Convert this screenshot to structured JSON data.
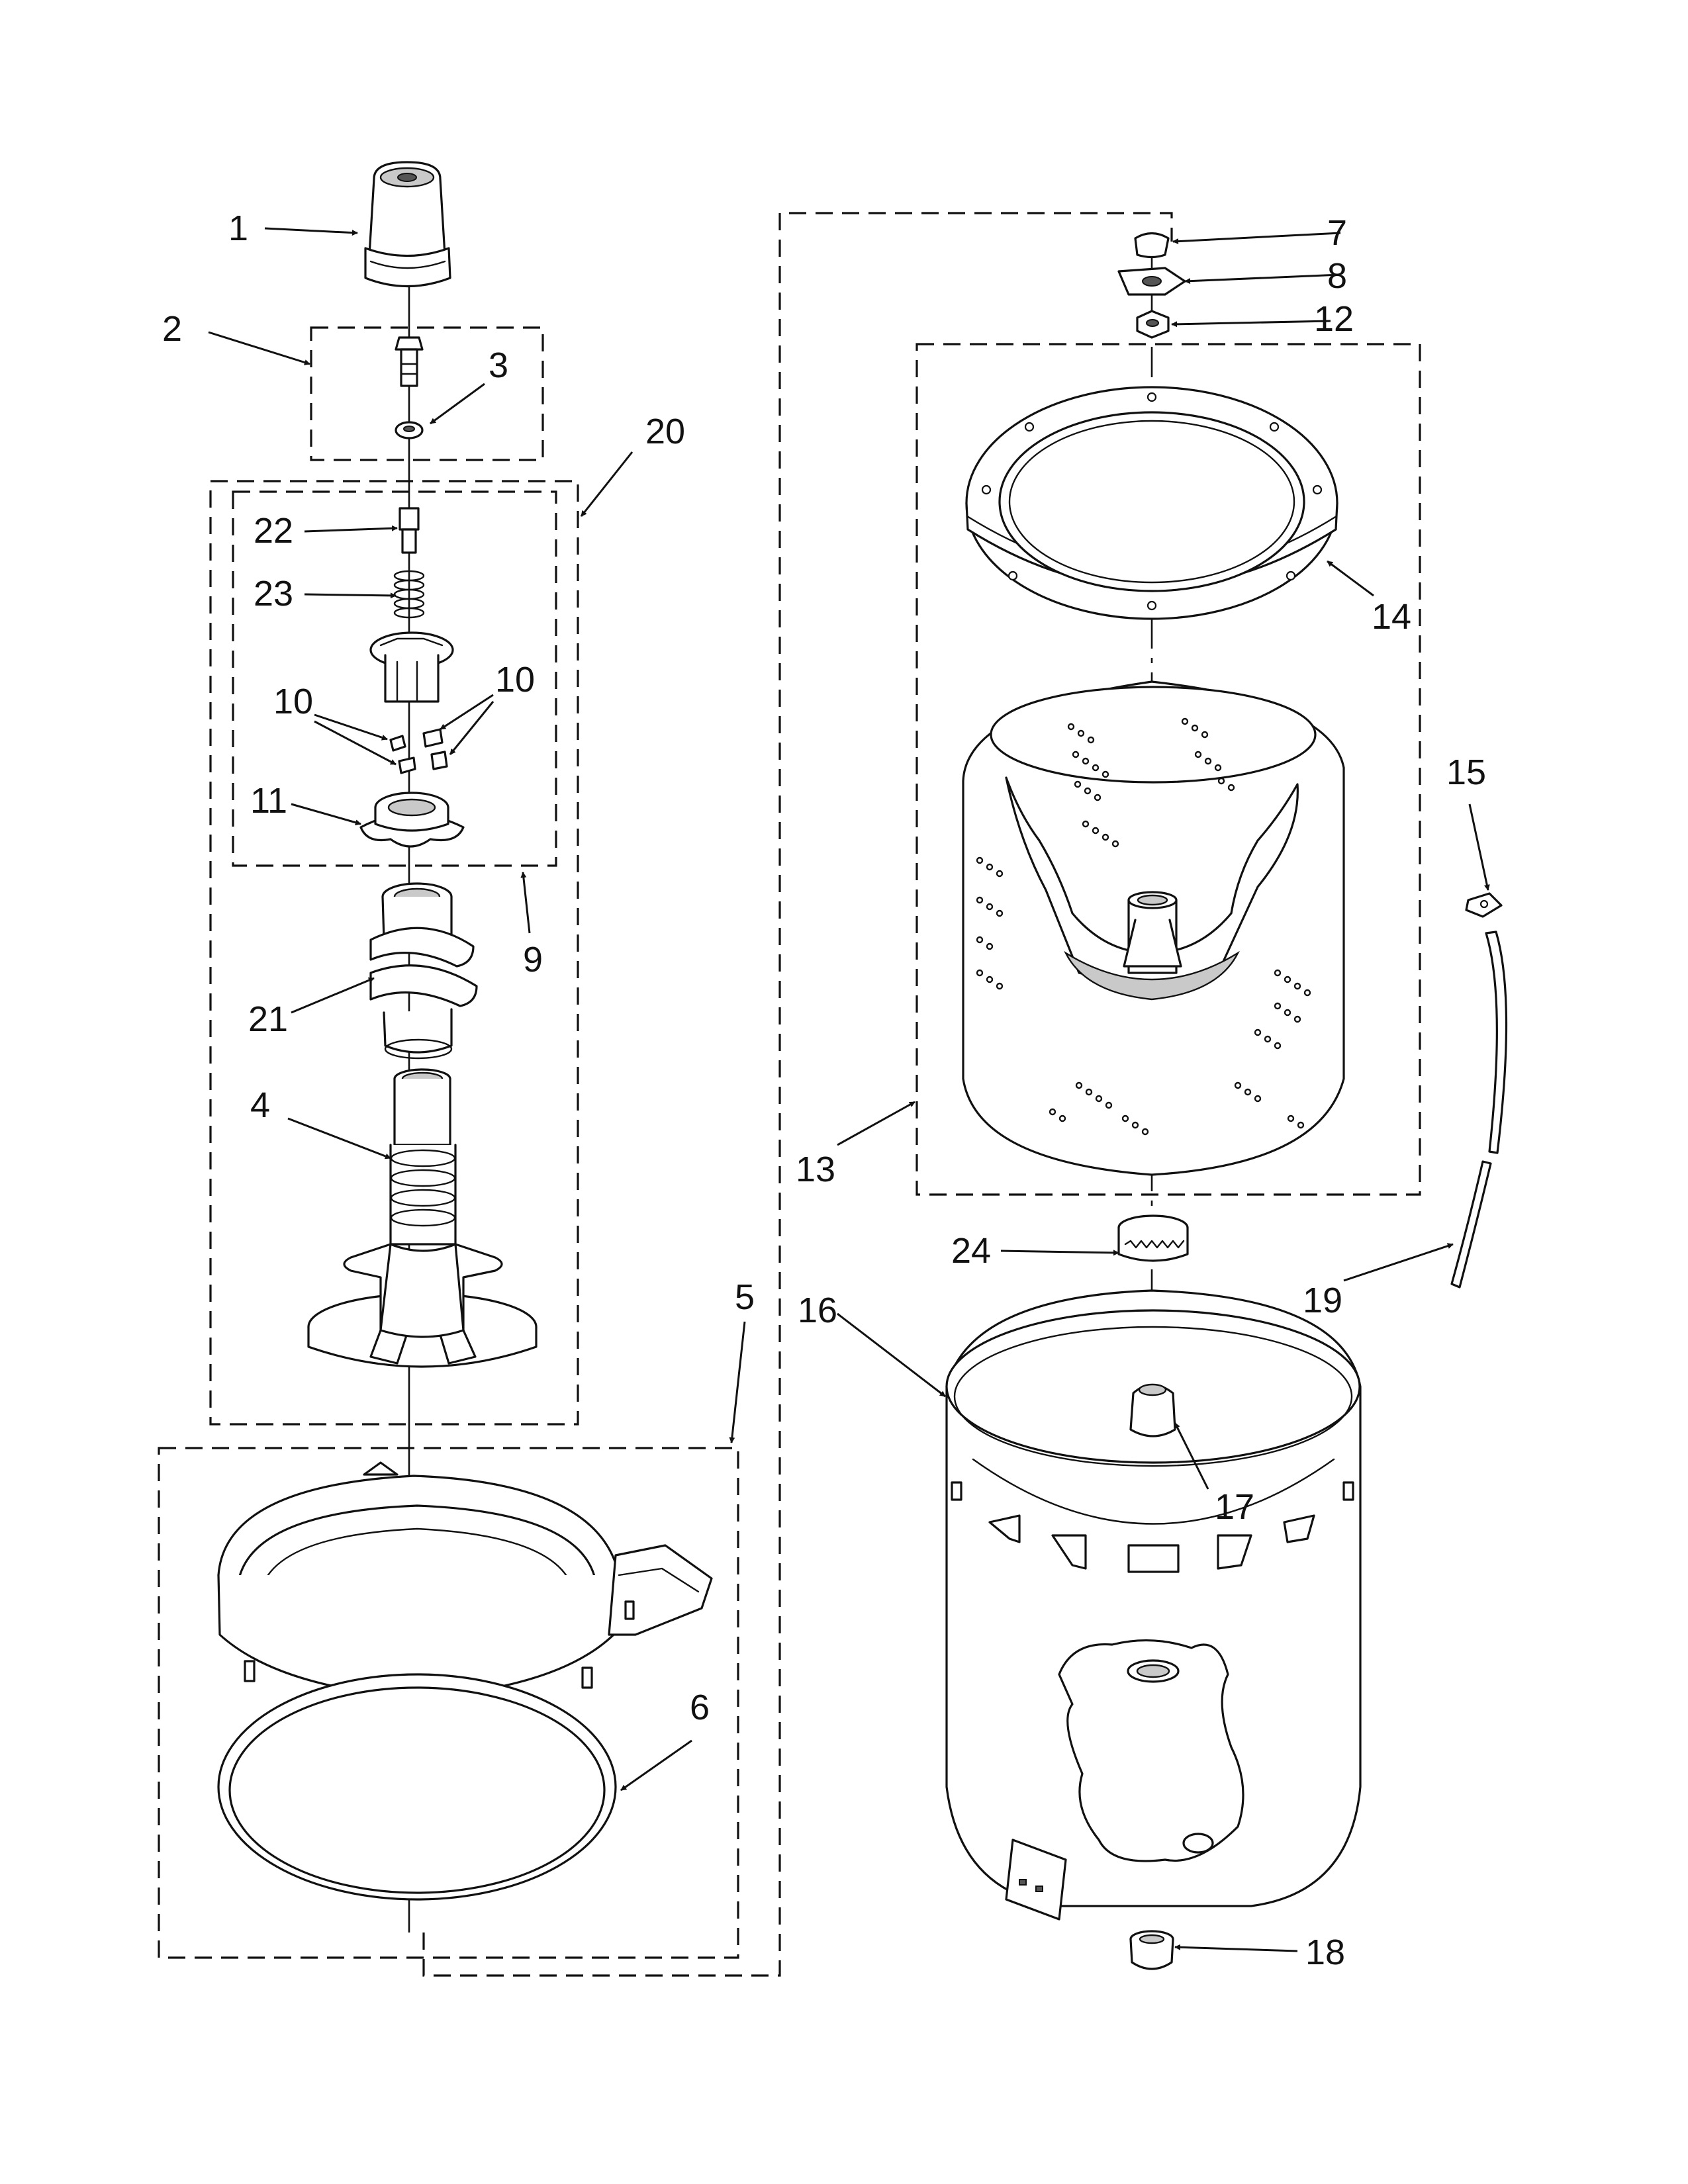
{
  "diagram": {
    "colors": {
      "line": "#111111",
      "background": "#ffffff",
      "shade": "#c9c9c9"
    },
    "callouts": [
      "1",
      "2",
      "3",
      "20",
      "22",
      "23",
      "10",
      "10",
      "11",
      "9",
      "21",
      "4",
      "5",
      "6",
      "7",
      "8",
      "12",
      "14",
      "13",
      "15",
      "24",
      "19",
      "16",
      "17",
      "18"
    ]
  }
}
